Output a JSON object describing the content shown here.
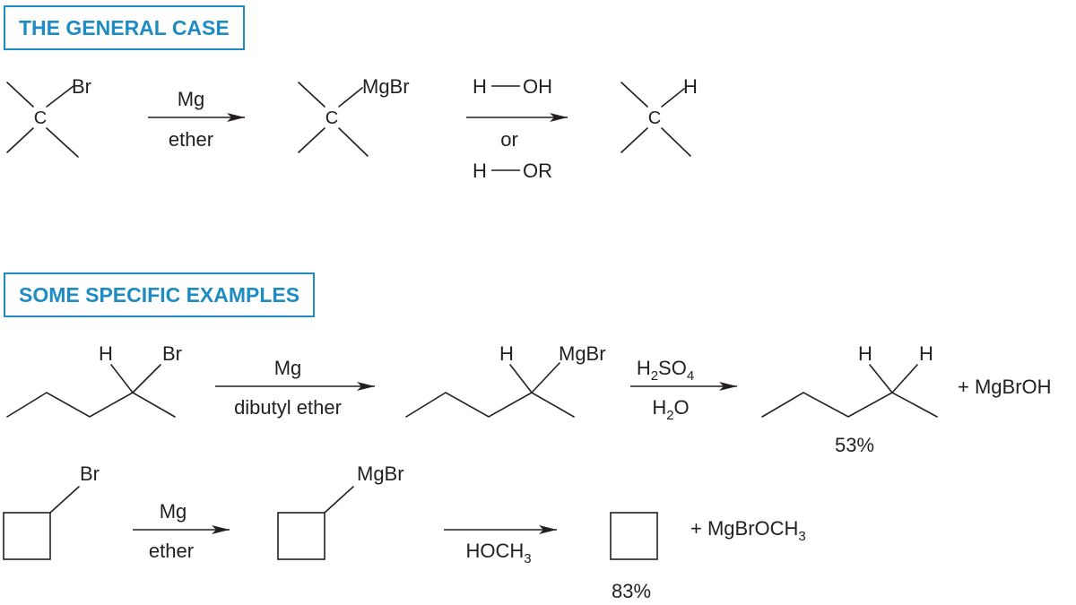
{
  "headers": {
    "general": "THE GENERAL CASE",
    "specific": "SOME SPECIFIC EXAMPLES"
  },
  "general": {
    "reactant": {
      "center": "C",
      "substituent": "Br"
    },
    "step1": {
      "above": "Mg",
      "below": "ether"
    },
    "intermediate": {
      "center": "C",
      "substituent": "MgBr"
    },
    "step2": {
      "reagent1": {
        "left": "H",
        "right": "OH"
      },
      "or": "or",
      "reagent2": {
        "left": "H",
        "right": "OR"
      }
    },
    "product": {
      "center": "C",
      "substituent": "H"
    }
  },
  "example1": {
    "reactant": {
      "h": "H",
      "x": "Br"
    },
    "step1": {
      "above": "Mg",
      "below": "dibutyl ether"
    },
    "intermediate": {
      "h": "H",
      "x": "MgBr"
    },
    "step2": {
      "above": {
        "h": "H",
        "h_sub": "2",
        "so": "SO",
        "so_sub": "4"
      },
      "below": {
        "h": "H",
        "h_sub": "2",
        "o": "O"
      }
    },
    "product": {
      "h1": "H",
      "h2": "H"
    },
    "yield": "53%",
    "byproduct": "+  MgBrOH"
  },
  "example2": {
    "reactant": {
      "x": "Br"
    },
    "step1": {
      "above": "Mg",
      "below": "ether"
    },
    "intermediate": {
      "x": "MgBr"
    },
    "step2": {
      "below": {
        "text": "HOCH",
        "sub": "3"
      }
    },
    "yield": "83%",
    "byproduct": {
      "text": "+  MgBrOCH",
      "sub": "3"
    }
  }
}
